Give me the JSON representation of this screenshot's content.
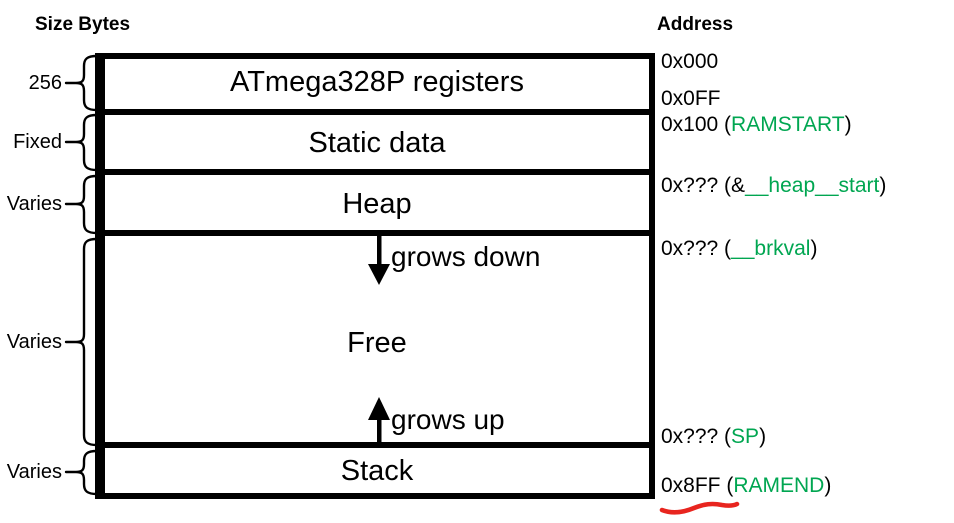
{
  "headers": {
    "size_bytes": "Size Bytes",
    "address": "Address"
  },
  "colors": {
    "symbol_green": "#00a651",
    "annotation_red": "#e8251f",
    "diagram_black": "#000000"
  },
  "regions": [
    {
      "size_label": "256",
      "label": "ATmega328P registers"
    },
    {
      "size_label": "Fixed",
      "label": "Static data"
    },
    {
      "size_label": "Varies",
      "label": "Heap"
    },
    {
      "size_label": "Varies",
      "label": "Free",
      "grows_down_label": "grows down",
      "grows_up_label": "grows up"
    },
    {
      "size_label": "Varies",
      "label": "Stack"
    }
  ],
  "addresses": [
    {
      "prefix": "0x000",
      "symbol": "",
      "suffix": ""
    },
    {
      "prefix": "0x0FF",
      "symbol": "",
      "suffix": ""
    },
    {
      "prefix": "0x100 (",
      "symbol": "RAMSTART",
      "suffix": ")"
    },
    {
      "prefix": "0x??? (&",
      "symbol": "__heap__start",
      "suffix": ")"
    },
    {
      "prefix": "0x??? (",
      "symbol": "__brkval",
      "suffix": ")"
    },
    {
      "prefix": "0x??? (",
      "symbol": "SP",
      "suffix": ")"
    },
    {
      "prefix": "0x8FF (",
      "symbol": "RAMEND",
      "suffix": ")"
    }
  ]
}
